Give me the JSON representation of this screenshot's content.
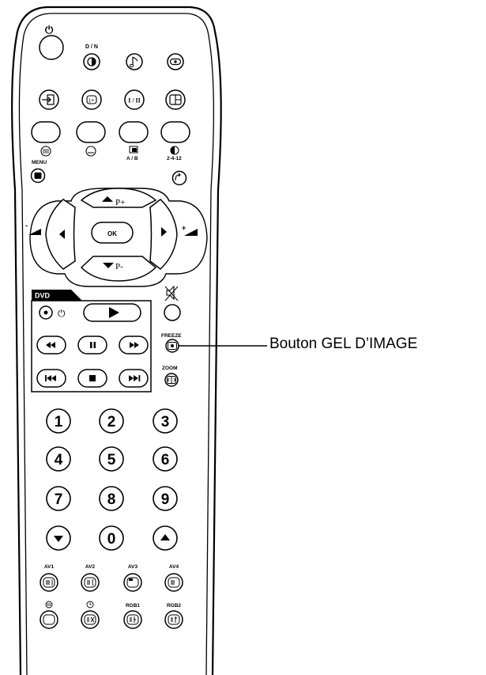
{
  "power_symbol": "⏻",
  "day_night_label": "D / N",
  "menu_label": "MENU",
  "ab_label": "A / B",
  "page_label": "2-4-12",
  "program_up": "P+",
  "program_down": "P-",
  "ok_label": "OK",
  "volume_minus": "-",
  "volume_plus": "+",
  "dvd_label": "DVD",
  "freeze_label": "FREEZE",
  "zoom_label": "ZOOM",
  "digits": [
    "1",
    "2",
    "3",
    "4",
    "5",
    "6",
    "7",
    "8",
    "9",
    "0"
  ],
  "av_labels": [
    "AV1",
    "AV2",
    "AV3",
    "AV4"
  ],
  "rgb_labels": [
    "RGB1",
    "RGB2"
  ],
  "callout": "Bouton GEL D’IMAGE",
  "icons": [
    "power-icon",
    "contrast-icon",
    "music-note-icon",
    "surround-icon",
    "input-icon",
    "info-icon",
    "dual-sound-icon",
    "format-icon",
    "teletext-icon",
    "subtitle-icon",
    "picture-in-picture-icon",
    "half-page-icon",
    "menu-icon",
    "swap-icon",
    "mute-icon",
    "record-icon",
    "play-icon",
    "rewind-icon",
    "pause-icon",
    "fast-forward-icon",
    "skip-previous-icon",
    "stop-icon",
    "skip-next-icon",
    "freeze-icon",
    "zoom-icon",
    "arrow-down-icon",
    "arrow-up-icon",
    "clock-icon"
  ]
}
